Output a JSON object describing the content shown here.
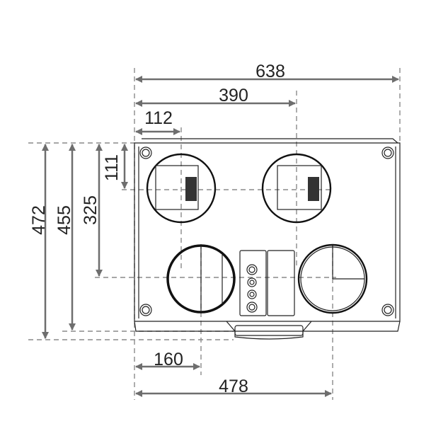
{
  "dimensions": {
    "total_width": "638",
    "upper_duct_right_offset": "390",
    "upper_duct_left_offset": "112",
    "upper_duct_height": "111",
    "lower_duct_height": "325",
    "body_height": "455",
    "total_height": "472",
    "lower_duct_left_offset": "160",
    "lower_duct_right_offset": "478"
  },
  "colors": {
    "dimension_line": "#6e6e6e",
    "outline": "#222222"
  }
}
